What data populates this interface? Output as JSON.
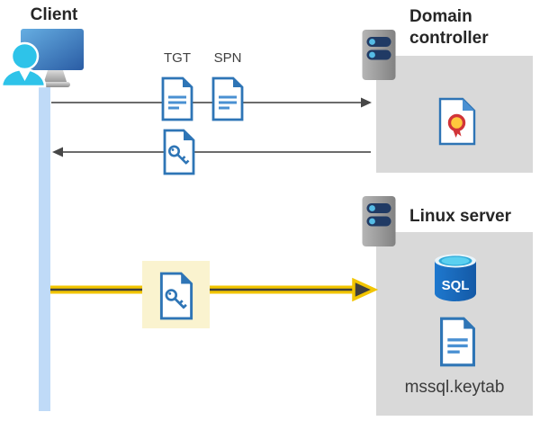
{
  "diagram": {
    "client": {
      "label": "Client"
    },
    "domain_controller": {
      "label": "Domain controller"
    },
    "linux_server": {
      "label": "Linux server"
    },
    "messages": {
      "tgt_label": "TGT",
      "spn_label": "SPN"
    },
    "sql_icon_text": "SQL",
    "keytab_label": "mssql.keytab",
    "colors": {
      "doc_blue": "#2E75B6",
      "doc_fold_blue": "#4A90D2",
      "highlight_yellow": "#FAF3CF",
      "arrow_yellow": "#F2C500",
      "arrow_dark": "#474747",
      "lifeline_blue": "#BFDAF7",
      "box_gray": "#D9D9D9",
      "sql_cylinder_blue": "#1765BB",
      "sql_top_cyan": "#49C9ED",
      "person_cyan": "#2EC3E9",
      "monitor_blue": "#2A5CA4",
      "server_pill_navy": "#203A64",
      "cert_seal_yellow": "#FFC83D",
      "cert_seal_red": "#D13438"
    }
  }
}
